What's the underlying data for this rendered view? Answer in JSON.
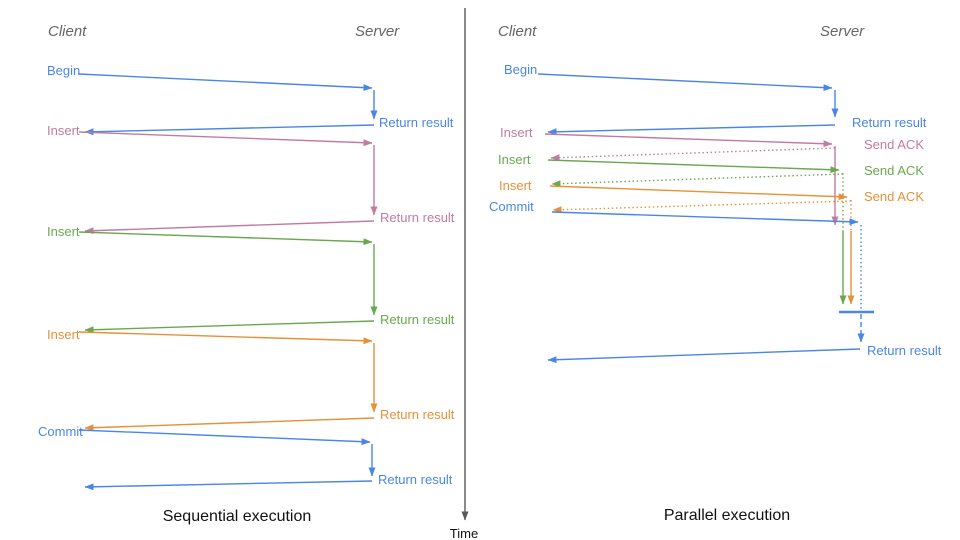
{
  "colors": {
    "blue": "#4a86e8",
    "pink": "#c27ba0",
    "green": "#6aa84f",
    "orange": "#e69138",
    "axis_gray": "#595959",
    "header_gray": "#666666",
    "title_black": "#111111"
  },
  "time_axis": {
    "label": "Time"
  },
  "left": {
    "title": "Sequential execution",
    "headers": {
      "client": "Client",
      "server": "Server"
    },
    "rows": [
      {
        "request": "Begin",
        "response": "Return result"
      },
      {
        "request": "Insert",
        "response": "Return result"
      },
      {
        "request": "Insert",
        "response": "Return result"
      },
      {
        "request": "Insert",
        "response": "Return result"
      },
      {
        "request": "Commit",
        "response": "Return result"
      }
    ]
  },
  "right": {
    "title": "Parallel execution",
    "headers": {
      "client": "Client",
      "server": "Server"
    },
    "rows": [
      {
        "request": "Begin",
        "response": "Return result"
      },
      {
        "request": "Insert",
        "response": "Send ACK"
      },
      {
        "request": "Insert",
        "response": "Send ACK"
      },
      {
        "request": "Insert",
        "response": "Send ACK"
      },
      {
        "request": "Commit",
        "response": "Return result"
      }
    ]
  }
}
